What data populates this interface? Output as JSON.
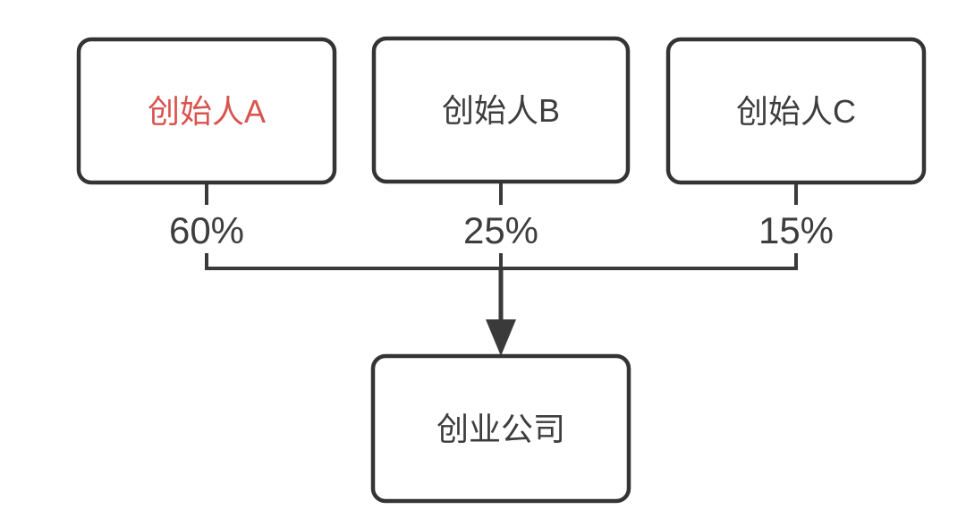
{
  "founders": [
    {
      "label": "创始人A",
      "share": "60%",
      "text_color": "#d9534f"
    },
    {
      "label": "创始人B",
      "share": "25%",
      "text_color": "#3d3d3d"
    },
    {
      "label": "创始人C",
      "share": "15%",
      "text_color": "#3d3d3d"
    }
  ],
  "company": {
    "label": "创业公司",
    "text_color": "#3d3d3d"
  },
  "style": {
    "line_color": "#3a3a3a",
    "box_border_color": "#343434",
    "box_fill": "#ffffff",
    "share_text_color": "#3d3d3d",
    "background": "#ffffff"
  }
}
